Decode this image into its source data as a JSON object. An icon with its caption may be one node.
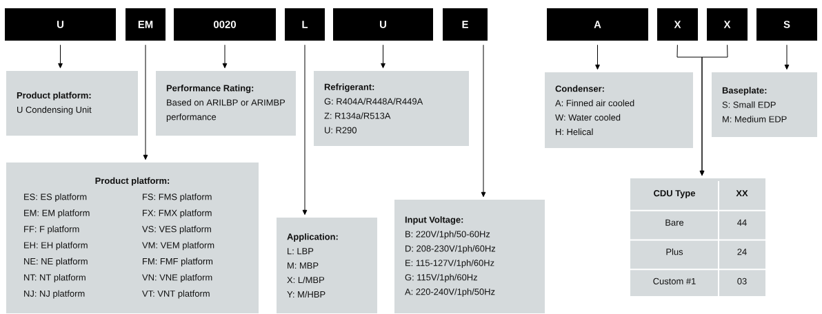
{
  "diagram": {
    "nodes": [
      {
        "text": [
          "U"
        ]
      },
      {
        "text": [
          "EM"
        ]
      },
      {
        "text": [
          "0020"
        ]
      },
      {
        "text": [
          "L"
        ]
      },
      {
        "text": [
          "U"
        ]
      },
      {
        "text": [
          "E"
        ]
      },
      {
        "text": [
          "A"
        ]
      },
      {
        "text": [
          "X"
        ]
      },
      {
        "text": [
          "X"
        ]
      },
      {
        "text": [
          "S"
        ]
      },
      {
        "text": [
          "Product platform:",
          "U Condensing Unit"
        ]
      },
      {
        "text": [
          "Performance Rating:",
          "Based on ARILBP or ARIMBP performance"
        ]
      },
      {
        "text": [
          "Refrigerant:",
          "G: R404A/R448A/R449A",
          "Z: R134a/R513A",
          "U: R290"
        ]
      },
      {
        "text": [
          "Condenser:",
          "A: Finned air cooled",
          "W: Water cooled",
          "H: Helical"
        ]
      },
      {
        "text": [
          "Baseplate:",
          "S: Small EDP",
          "M: Medium EDP"
        ]
      },
      {
        "text": [
          "Product platform:",
          "ES: ES platform",
          "FS: FMS platform",
          "EM: EM platform",
          "FX: FMX platform",
          "FF: F platform",
          "VS: VES platform",
          "EH: EH platform",
          "VM: VEM platform",
          "NE: NE platform",
          "FM: FMF platform",
          "NT: NT platform",
          "VN: VNE platform",
          "NJ: NJ platform",
          "VT: VNT platform"
        ]
      },
      {
        "text": [
          "Application:",
          "L: LBP",
          "M: MBP",
          "X: L/MBP",
          "Y: M/HBP"
        ]
      },
      {
        "text": [
          "Input Voltage:",
          "B: 220V/1ph/50-60Hz",
          "D: 208-230V/1ph/60Hz",
          "E: 115-127V/1ph/60Hz",
          "G: 115V/1ph/60Hz",
          "A: 220-240V/1ph/50Hz"
        ]
      },
      {
        "text": [
          "CDU Type",
          "XX",
          "Bare",
          "44",
          "Plus",
          "24",
          "Custom #1",
          "03"
        ]
      }
    ],
    "edges": [
      {
        "from": 0,
        "to": 10,
        "arrow": "to"
      },
      {
        "from": 1,
        "to": 15,
        "arrow": "to"
      },
      {
        "from": 2,
        "to": 11,
        "arrow": "to"
      },
      {
        "from": 3,
        "to": 16,
        "arrow": "to"
      },
      {
        "from": 4,
        "to": 12,
        "arrow": "to"
      },
      {
        "from": 5,
        "to": 17,
        "arrow": "to"
      },
      {
        "from": 6,
        "to": 13,
        "arrow": "to"
      },
      {
        "from": 7,
        "to": 18,
        "arrow": "to"
      },
      {
        "from": 8,
        "to": 18,
        "arrow": "to"
      },
      {
        "from": 9,
        "to": 14,
        "arrow": "to"
      }
    ]
  }
}
